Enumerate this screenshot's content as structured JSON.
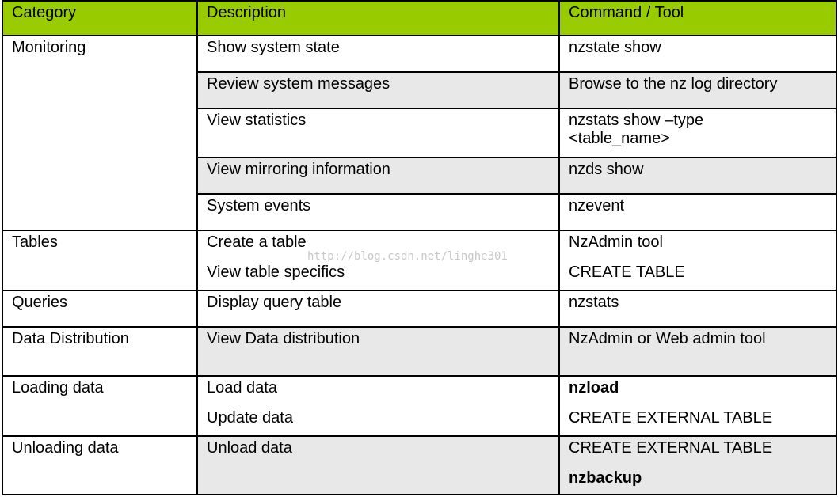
{
  "header": {
    "category": "Category",
    "description": "Description",
    "command": "Command / Tool"
  },
  "rows": [
    {
      "category": "Monitoring",
      "description": "Show system state",
      "command": "nzstate show"
    },
    {
      "description": "Review system messages",
      "command": "Browse to the nz log directory"
    },
    {
      "description": "View statistics",
      "command_line1": "nzstats show –type",
      "command_line2": "<table_name>"
    },
    {
      "description": "View mirroring information",
      "command": "nzds show"
    },
    {
      "description": "System events",
      "command": "nzevent"
    },
    {
      "category": "Tables",
      "description_line1": "Create a table",
      "description_line2": "View table specifics",
      "command_line1": "NzAdmin tool",
      "command_line2": "CREATE TABLE"
    },
    {
      "category": "Queries",
      "description": "Display query table",
      "command": "nzstats"
    },
    {
      "category": "Data Distribution",
      "description": "View Data distribution",
      "command": "NzAdmin or Web admin tool"
    },
    {
      "category": "Loading data",
      "description_line1": "Load data",
      "description_line2": "Update data",
      "command_line1": "nzload",
      "command_line2": "CREATE EXTERNAL TABLE"
    },
    {
      "category": "Unloading data",
      "description": "Unload data",
      "command_line1": "CREATE EXTERNAL TABLE",
      "command_line2": "nzbackup"
    }
  ],
  "watermark": "http://blog.csdn.net/linghe301",
  "colors": {
    "header_bg": "#99cc00",
    "alt_row_bg": "#e8e8e8",
    "border": "#000000"
  }
}
